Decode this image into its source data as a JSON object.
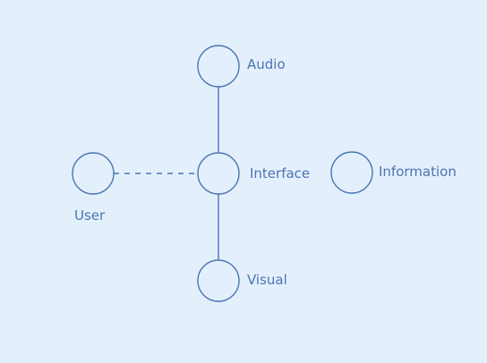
{
  "colors": {
    "background": "#e3f0fc",
    "stroke": "#4c73b4",
    "text": "#4c73b4"
  },
  "nodes": {
    "audio": {
      "label": "Audio"
    },
    "interface": {
      "label": "Interface"
    },
    "visual": {
      "label": "Visual"
    },
    "user": {
      "label": "User"
    },
    "information": {
      "label": "Information"
    }
  },
  "edges": [
    {
      "from": "audio",
      "to": "interface",
      "style": "solid"
    },
    {
      "from": "interface",
      "to": "visual",
      "style": "solid"
    },
    {
      "from": "user",
      "to": "interface",
      "style": "dashed"
    }
  ]
}
